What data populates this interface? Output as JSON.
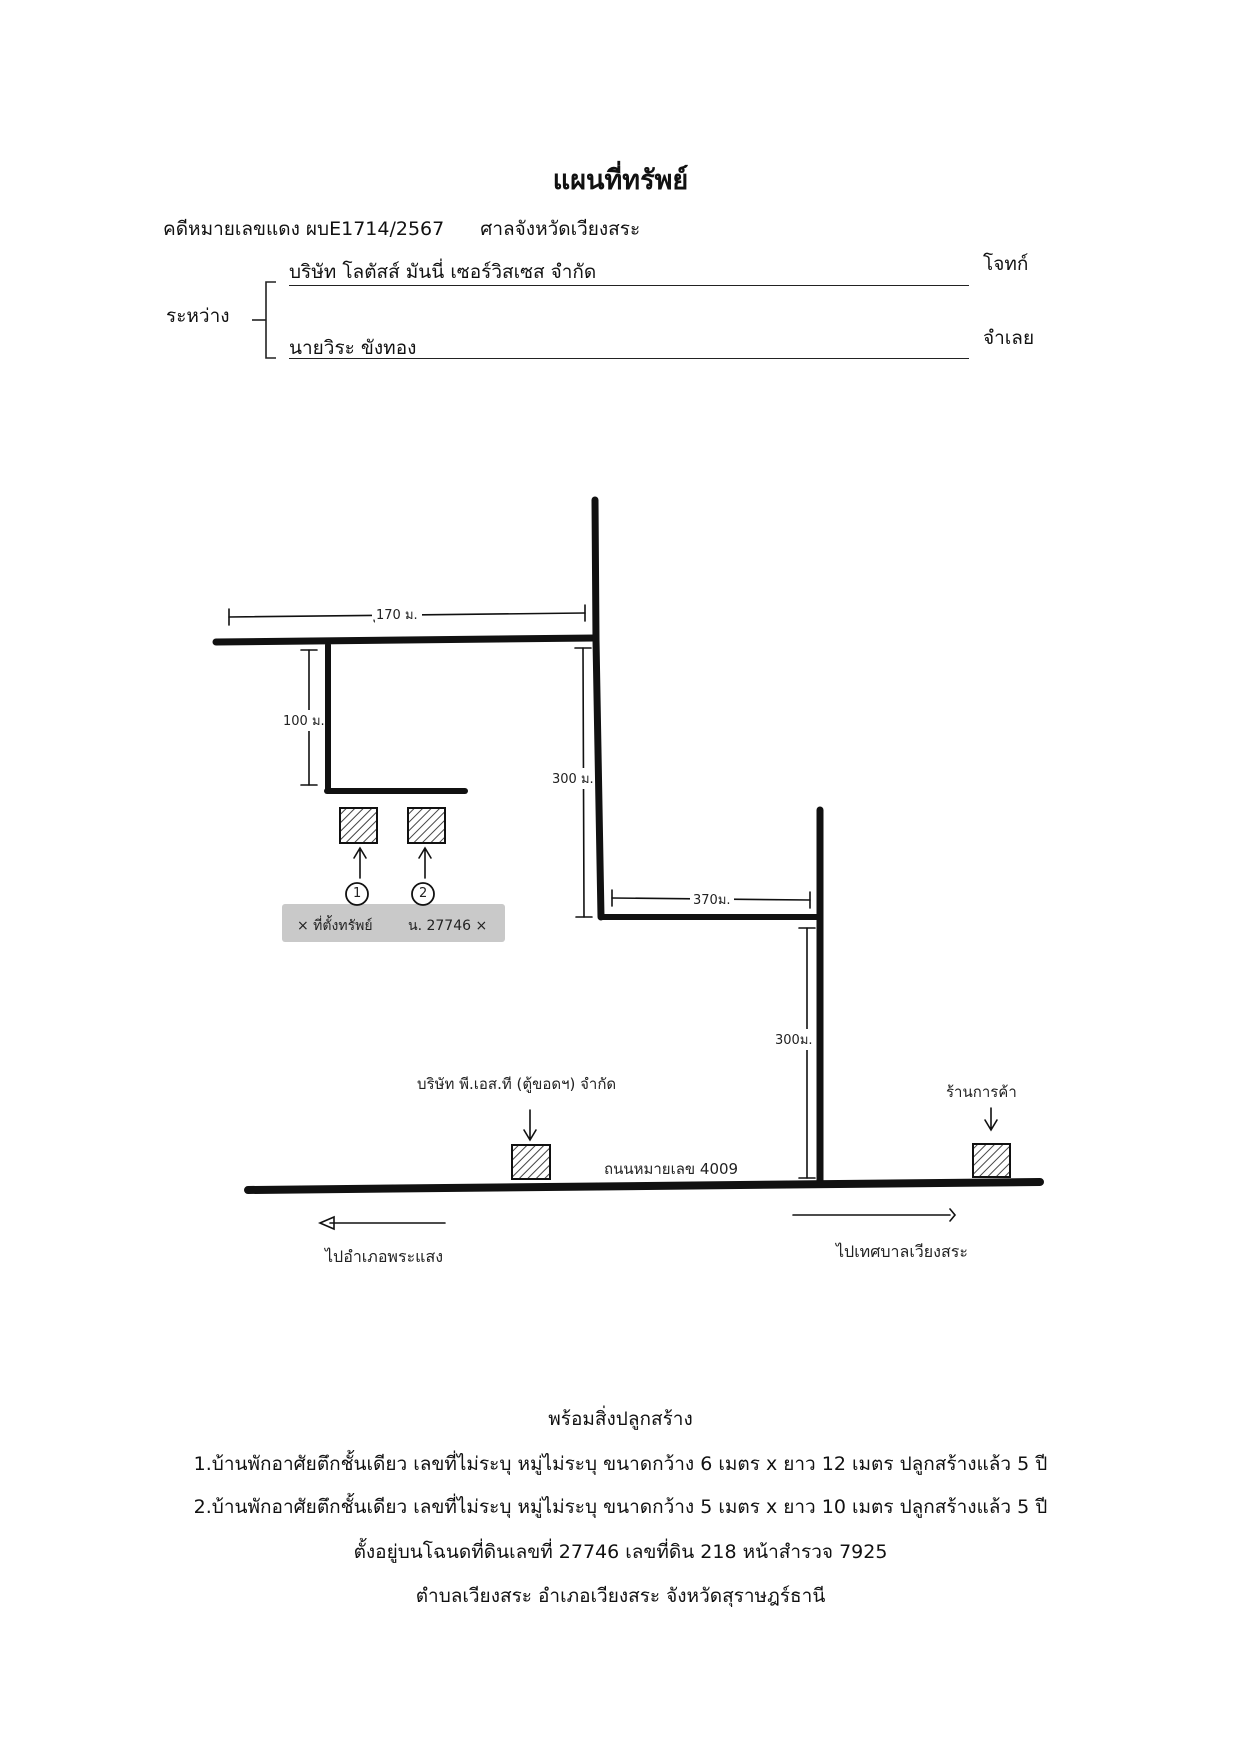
{
  "header": {
    "title": "แผนที่ทรัพย์",
    "case_number": "คดีหมายเลขแดง ผบE1714/2567",
    "court": "ศาลจังหวัดเวียงสระ",
    "between_label": "ระหว่าง",
    "plaintiff_name": "บริษัท โลตัสส์ มันนี่ เซอร์วิสเซส จำกัด",
    "plaintiff_role": "โจทก์",
    "defendant_name": "นายวิระ ขังทอง",
    "defendant_role": "จำเลย"
  },
  "map": {
    "dim_top": "ุ170 ม.",
    "dim_vert_left": "100 ม.",
    "dim_vert_mid": "300 ม.",
    "dim_horiz_mid": "370ม.",
    "dim_vert_right": "300ม.",
    "marker_1": "1",
    "marker_2": "2",
    "property_label_left": "× ที่ตั้งทรัพย์",
    "property_label_right": "น. 27746 ×",
    "company_label": "บริษัท พี.เอส.ที (ตู้ขอดฯ) จำกัด",
    "shop_label": "ร้านการค้า",
    "road_label": "ถนนหมายเลข 4009",
    "to_left": "ไปอำเภอพระแสง",
    "to_right": "ไปเทศบาลเวียงสระ"
  },
  "footer": {
    "heading": "พร้อมสิ่งปลูกสร้าง",
    "item_1": "1.บ้านพักอาศัยตึกชั้นเดียว เลขที่ไม่ระบุ หมู่ไม่ระบุ ขนาดกว้าง 6 เมตร x ยาว 12 เมตร ปลูกสร้างแล้ว 5 ปี",
    "item_2": "2.บ้านพักอาศัยตึกชั้นเดียว เลขที่ไม่ระบุ หมู่ไม่ระบุ ขนาดกว้าง 5 เมตร x ยาว 10 เมตร ปลูกสร้างแล้ว  5 ปี",
    "location_1": "ตั้งอยู่บนโฉนดที่ดินเลขที่ 27746 เลขที่ดิน 218 หน้าสำรวจ 7925",
    "location_2": "ตำบลเวียงสระ อำเภอเวียงสระ จังหวัดสุราษฎร์ธานี"
  },
  "colors": {
    "ink": "#111111",
    "highlight": "#c9c9c9",
    "hatch": "#444444"
  }
}
